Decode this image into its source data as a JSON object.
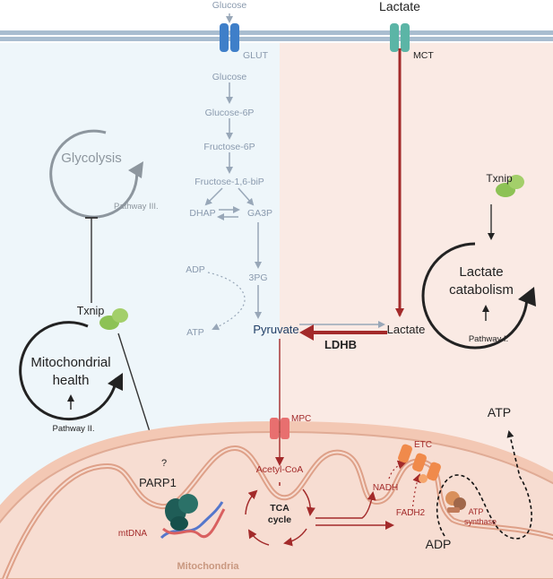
{
  "top": {
    "glucose": "Glucose",
    "lactate": "Lactate",
    "glut": "GLUT",
    "mct": "MCT"
  },
  "glycolysis_path": {
    "glucose": "Glucose",
    "g6p": "Glucose-6P",
    "f6p": "Fructose-6P",
    "f16bp": "Fructose-1,6-biP",
    "dhap": "DHAP",
    "ga3p": "GA3P",
    "pg3": "3PG",
    "adp": "ADP",
    "atp": "ATP",
    "pyruvate": "Pyruvate"
  },
  "left_panel": {
    "glycolysis": "Glycolysis",
    "pathway3": "Pathway III.",
    "txnip": "Txnip",
    "mito_health_line1": "Mitochondrial",
    "mito_health_line2": "health",
    "pathway2": "Pathway II.",
    "question": "?",
    "parp1": "PARP1",
    "mtdna": "mtDNA"
  },
  "right_panel": {
    "txnip": "Txnip",
    "lactate_cat_line1": "Lactate",
    "lactate_cat_line2": "catabolism",
    "pathway1": "Pathway I.",
    "lactate": "Lactate",
    "ldhb": "LDHB"
  },
  "mito": {
    "mpc": "MPC",
    "acetylcoa": "Acetyl-CoA",
    "tca_line1": "TCA",
    "tca_line2": "cycle",
    "nadh": "NADH",
    "fadh2": "FADH2",
    "etc": "ETC",
    "atp_synthase_line1": "ATP",
    "atp_synthase_line2": "synthase",
    "adp": "ADP",
    "atp": "ATP",
    "mitochondria": "Mitochondria"
  },
  "colors": {
    "left_bg": "#eef6fa",
    "right_bg": "#faeae4",
    "membrane": "#a9bdd0",
    "mito_fill": "#f7ddd2",
    "mito_outline": "#e0ab95",
    "dark_red": "#a32a2a",
    "gray_text": "#8a9aae"
  }
}
